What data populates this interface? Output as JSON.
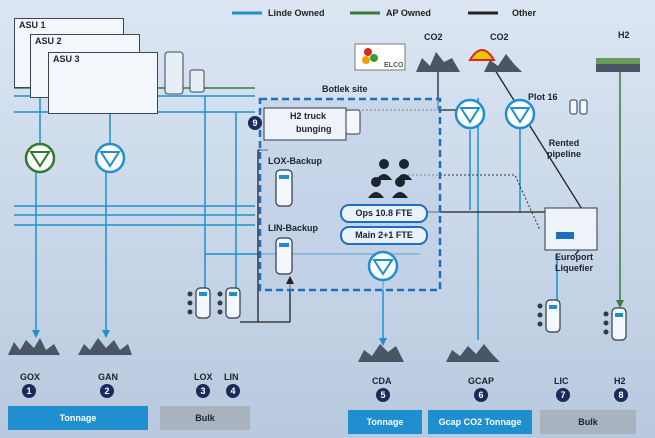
{
  "legend": [
    {
      "label": "Linde Owned",
      "color": "#1f8fd0"
    },
    {
      "label": "AP Owned",
      "color": "#3a7a3a"
    },
    {
      "label": "Other",
      "color": "#222222"
    }
  ],
  "units": {
    "asu1": "ASU 1",
    "asu2": "ASU 2",
    "asu3": "ASU 3",
    "h2_truck": "H2 truck",
    "bunging": "bunging",
    "lox_backup": "LOX-Backup",
    "lin_backup": "LIN-Backup",
    "botlek_site": "Botlek site",
    "site_number": "9",
    "ops": "Ops 10.8 FTE",
    "main": "Main 2+1 FTE",
    "plot": "Plot 16",
    "rented_pipeline": "Rented pipeline",
    "europort": "Europort Liquefier"
  },
  "sources": [
    {
      "label": "CO2",
      "brand": "ELCO"
    },
    {
      "label": "CO2",
      "brand": "Shell"
    },
    {
      "label": "H2"
    }
  ],
  "outputs": [
    {
      "label": "GOX",
      "num": "1"
    },
    {
      "label": "GAN",
      "num": "2"
    },
    {
      "label": "LOX",
      "num": "3"
    },
    {
      "label": "LIN",
      "num": "4"
    },
    {
      "label": "CDA",
      "num": "5"
    },
    {
      "label": "GCAP",
      "num": "6"
    },
    {
      "label": "LIC",
      "num": "7"
    },
    {
      "label": "H2",
      "num": "8"
    }
  ],
  "buttons": {
    "tonnage1": "Tonnage",
    "bulk1": "Bulk",
    "tonnage2": "Tonnage",
    "gcap": "Gcap CO2 Tonnage",
    "bulk2": "Bulk"
  }
}
